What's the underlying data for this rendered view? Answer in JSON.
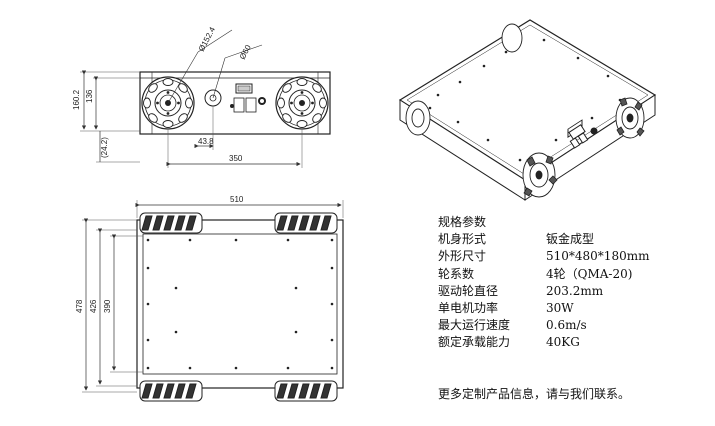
{
  "front_view": {
    "dim_diameter_large": "Ø152.4",
    "dim_diameter_small": "Ø60",
    "dim_height_total": "160.2",
    "dim_height_body": "136",
    "dim_clearance": "(24.2)",
    "dim_offset": "43.8",
    "dim_wheelbase": "350"
  },
  "top_view": {
    "dim_width": "510",
    "dim_length": "478",
    "dim_inner_1": "426",
    "dim_inner_2": "390"
  },
  "specs": {
    "title": "规格参数",
    "rows": [
      {
        "key": "机身形式",
        "value": "钣金成型"
      },
      {
        "key": "外形尺寸",
        "value": "510*480*180mm"
      },
      {
        "key": "轮系数",
        "value": "4轮（QMA-20)"
      },
      {
        "key": "驱动轮直径",
        "value": "203.2mm"
      },
      {
        "key": "单电机功率",
        "value": "30W"
      },
      {
        "key": "最大运行速度",
        "value": "0.6m/s"
      },
      {
        "key": "额定承载能力",
        "value": "40KG"
      }
    ]
  },
  "footer": "更多定制产品信息，请与我们联系。"
}
